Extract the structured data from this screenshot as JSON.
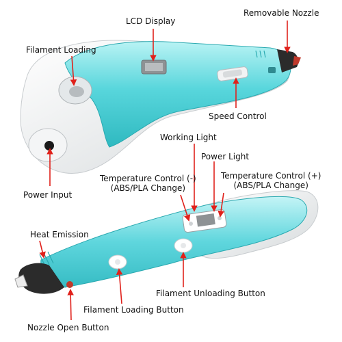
{
  "colors": {
    "pen_body": "#4fd3d9",
    "pen_body_light": "#a8f0f1",
    "pen_shell": "#eef0f1",
    "nozzle": "#2b2b2b",
    "lcd": "#9a9a9a",
    "arrow": "#e0211b"
  },
  "labels": {
    "lcd_display": "LCD Display",
    "removable_nozzle": "Removable Nozzle",
    "filament_loading": "Filament Loading",
    "speed_control": "Speed Control",
    "power_input": "Power Input",
    "working_light": "Working Light",
    "power_light": "Power Light",
    "temp_minus": "Temperature Control (-)",
    "temp_minus_sub": "(ABS/PLA Change)",
    "temp_plus": "Temperature Control (+)",
    "temp_plus_sub": "(ABS/PLA Change)",
    "heat_emission": "Heat Emission",
    "filament_unloading_button": "Filament Unloading Button",
    "filament_loading_button": "Filament Loading Button",
    "nozzle_open_button": "Nozzle Open Button"
  }
}
